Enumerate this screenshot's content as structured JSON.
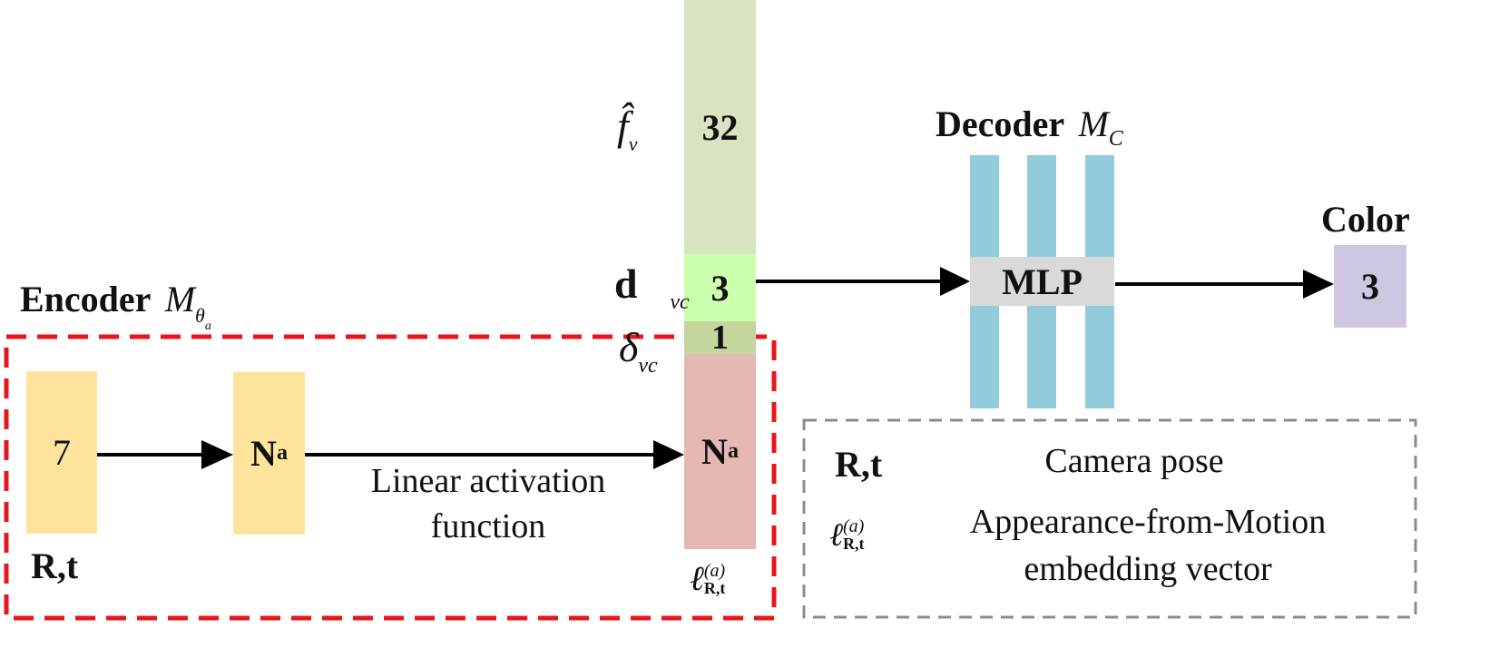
{
  "encoder": {
    "title_word": "Encoder",
    "symbol": "M",
    "symbol_sub": "θ",
    "symbol_subsub": "a",
    "input_block": {
      "value": "7",
      "color": "#fde49c"
    },
    "input_label": "R,t",
    "hidden_block": {
      "value_main": "N",
      "value_sub": "a",
      "color": "#fde49c"
    },
    "activation_line1": "Linear activation",
    "activation_line2": "function",
    "frame_color": "#e8161c"
  },
  "feature_column": {
    "segments": [
      {
        "symbol": "f̂",
        "symbol_sub": "v",
        "value": "32",
        "color": "#d8e4c0"
      },
      {
        "symbol": "d⃗",
        "symbol_sub": "vc",
        "value": "3",
        "color": "#ccffad"
      },
      {
        "symbol": "δ",
        "symbol_sub": "vc",
        "value": "1",
        "color": "#c4d69e"
      },
      {
        "symbol": "",
        "symbol_sub": "",
        "value_main": "N",
        "value_sub": "a",
        "color": "#e6b8b3"
      }
    ],
    "embedding_symbol": "ℓ",
    "embedding_sup": "(a)",
    "embedding_sub": "R,t"
  },
  "decoder": {
    "title_word": "Decoder",
    "symbol": "M",
    "symbol_sub": "C",
    "mlp_label": "MLP",
    "bar_color": "#92ccda",
    "mlp_color": "#d9d9d9"
  },
  "output": {
    "title": "Color",
    "value": "3",
    "color": "#cfc6e2"
  },
  "legend": {
    "items": [
      {
        "key": "R,t",
        "description_line1": "Camera pose",
        "description_line2": ""
      },
      {
        "key_symbol": "ℓ",
        "key_sup": "(a)",
        "key_sub": "R,t",
        "description_line1": "Appearance-from-Motion",
        "description_line2": "embedding vector"
      }
    ],
    "frame_color": "#8c8c8c"
  }
}
